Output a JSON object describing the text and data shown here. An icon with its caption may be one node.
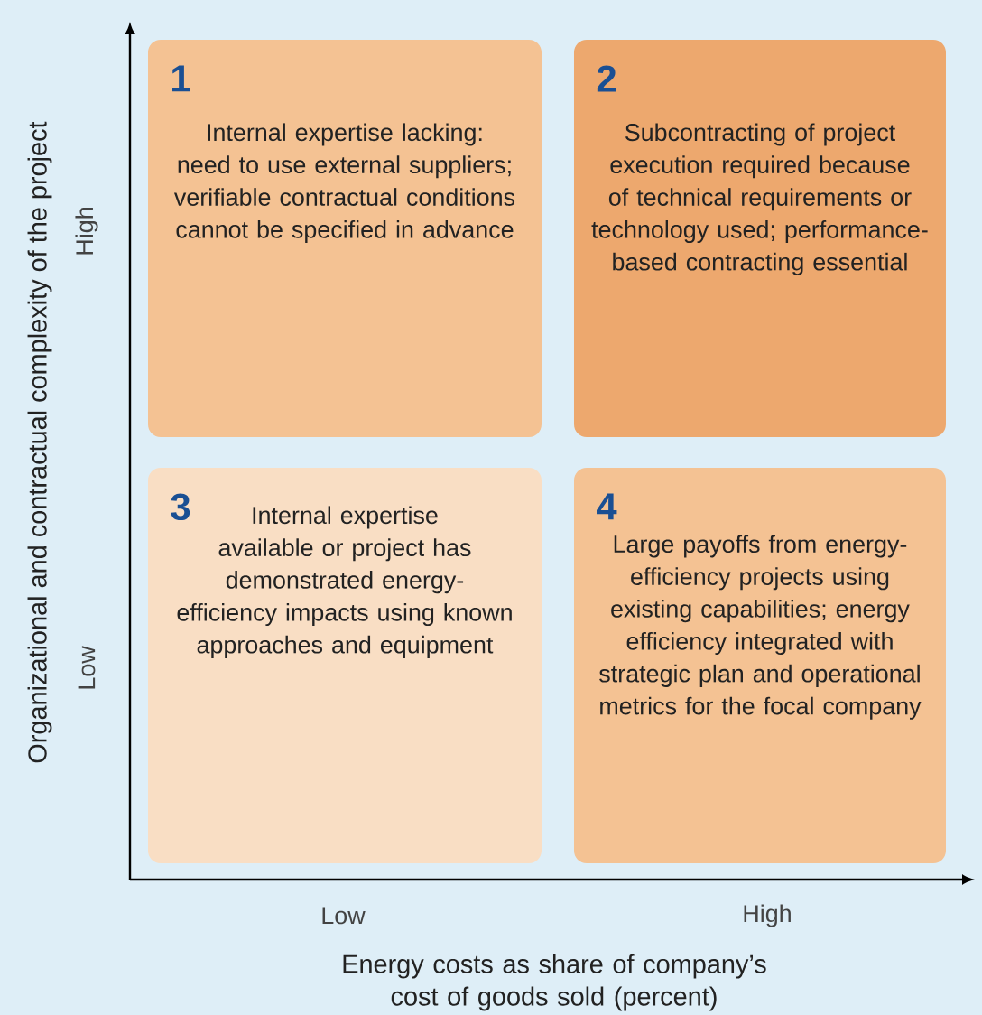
{
  "diagram": {
    "nodes": [
      {
        "text": [
          "1",
          "Internal expertise lacking: need to use external suppliers; verifiable contractual conditions cannot be specified in advance"
        ]
      },
      {
        "text": [
          "2",
          "Subcontracting of project execution required because of technical requirements or technology used; performance-based contracting essential"
        ]
      },
      {
        "text": [
          "3",
          "Internal expertise available or project has demonstrated energy-efficiency impacts using known approaches and equipment"
        ]
      },
      {
        "text": [
          "4",
          "Large payoffs from energy-efficiency projects using existing capabilities; energy efficiency integrated with strategic plan and operational metrics for the focal company"
        ]
      }
    ],
    "labels": [
      "Organizational and contractual complexity of the project",
      "High",
      "Low",
      "Low",
      "High",
      "Energy costs as share of company’s cost of goods sold (percent)"
    ]
  }
}
